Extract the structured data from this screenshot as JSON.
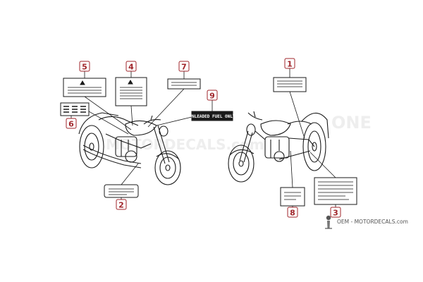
{
  "callouts": [
    {
      "id": "callout-1",
      "label": "1"
    },
    {
      "id": "callout-2",
      "label": "2"
    },
    {
      "id": "callout-3",
      "label": "3"
    },
    {
      "id": "callout-4",
      "label": "4"
    },
    {
      "id": "callout-5",
      "label": "5"
    },
    {
      "id": "callout-6",
      "label": "6"
    },
    {
      "id": "callout-7",
      "label": "7"
    },
    {
      "id": "callout-8",
      "label": "8"
    },
    {
      "id": "callout-9",
      "label": "9"
    }
  ],
  "decals": {
    "fuel_label": "UNLEADED FUEL ONLY"
  },
  "watermark": {
    "line1": "ONE",
    "line2": "MOTORDECALS.com"
  },
  "footer": {
    "brand": "OEM - MOTORDECALS.com",
    "icon": "oem-logo-icon"
  },
  "colors": {
    "callout_red": "#a0262b",
    "line_art": "#1a1a1a",
    "watermark_gray": "#eeeeee",
    "footer_gray": "#555555"
  }
}
